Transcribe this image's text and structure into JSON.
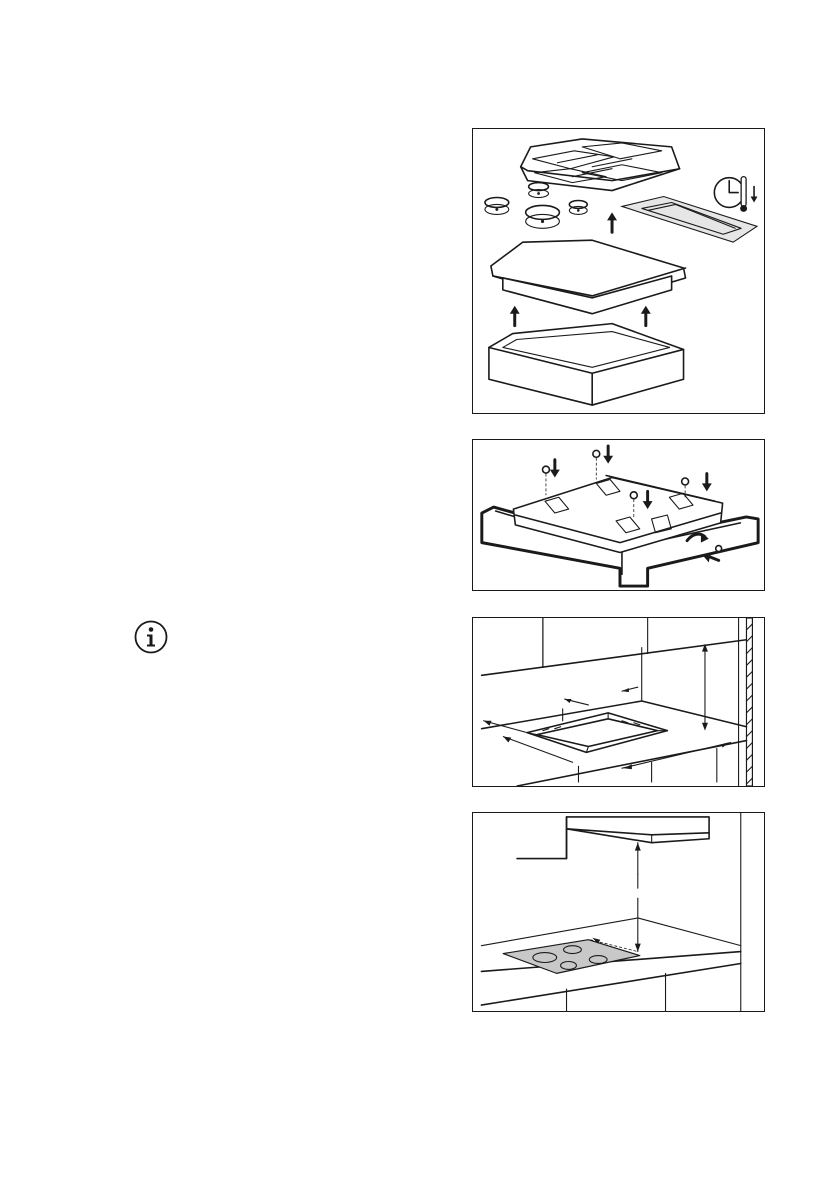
{
  "page": {
    "background": "#ffffff",
    "ink_color": "#1a1a1a"
  },
  "icons": {
    "info": "info-circle-icon",
    "clock_thermometer": "clock-thermometer-icon"
  },
  "figures": [
    {
      "id": "fig1",
      "name": "hob-unpacking-illustration",
      "depicts": [
        "pan-support-grid",
        "burner-caps",
        "hob",
        "packaging-box",
        "up-arrows",
        "seal-strip"
      ]
    },
    {
      "id": "fig2",
      "name": "hob-clamp-installation-illustration",
      "depicts": [
        "hob",
        "worktop",
        "screws",
        "down-arrows",
        "brackets"
      ]
    },
    {
      "id": "fig3",
      "name": "worktop-cutout-dimensions-illustration",
      "depicts": [
        "cutout",
        "dimension-lines",
        "wall",
        "cabinet"
      ]
    },
    {
      "id": "fig4",
      "name": "hob-clearance-illustration",
      "depicts": [
        "hob",
        "hood",
        "clearance-line",
        "worktop"
      ]
    }
  ]
}
